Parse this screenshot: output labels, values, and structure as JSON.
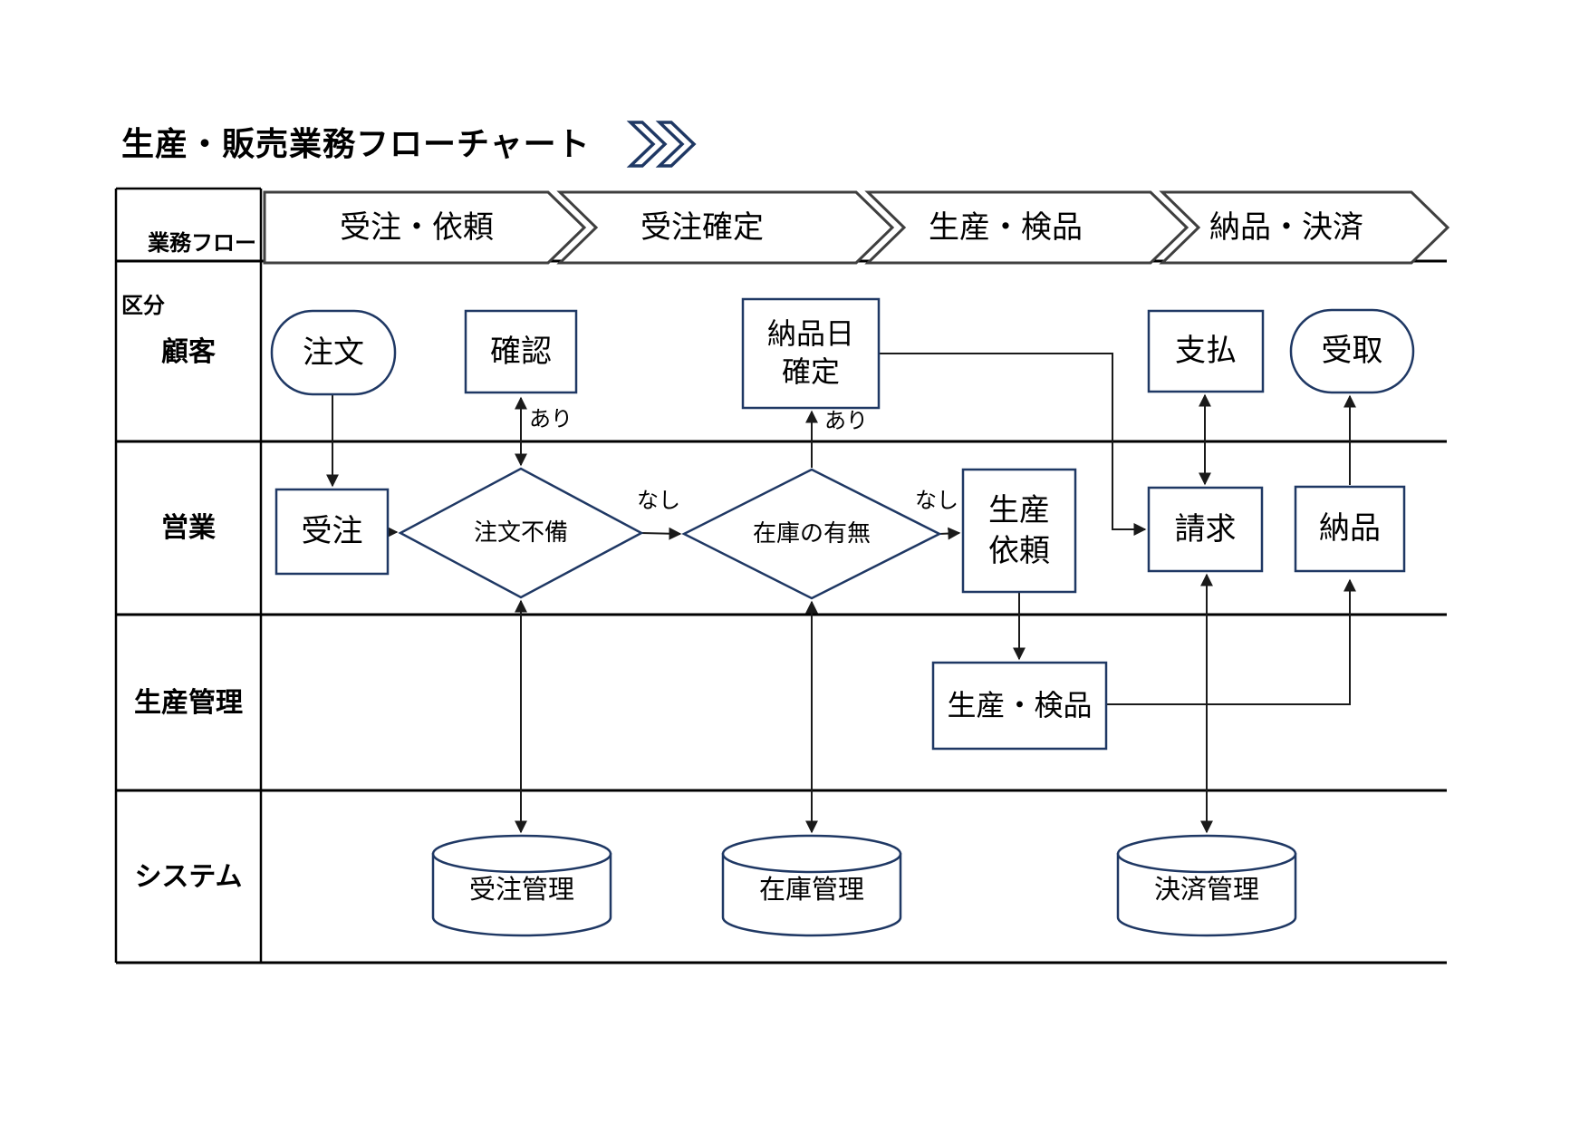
{
  "title": "生産・販売業務フローチャート",
  "icons": {
    "title_chevron": "double-chevron-right-icon"
  },
  "header": {
    "corner": {
      "line1": "業務フロー",
      "line2": "区分"
    },
    "phases": [
      {
        "label": "受注・依頼"
      },
      {
        "label": "受注確定"
      },
      {
        "label": "生産・検品"
      },
      {
        "label": "納品・決済"
      }
    ]
  },
  "lanes": [
    {
      "label": "顧客"
    },
    {
      "label": "営業"
    },
    {
      "label": "生産管理"
    },
    {
      "label": "システム"
    }
  ],
  "nodes": {
    "order": "注文",
    "confirm": "確認",
    "delivery_date": "納品日\n確定",
    "pay": "支払",
    "receive": "受取",
    "order_entry": "受注",
    "order_check": "注文不備",
    "stock_check": "在庫の有無",
    "production_request": "生産\n依頼",
    "invoice": "請求",
    "delivery": "納品",
    "production_inspection": "生産・検品",
    "order_db": "受注管理",
    "stock_db": "在庫管理",
    "settlement_db": "決済管理"
  },
  "edge_labels": {
    "order_check_has": "あり",
    "order_check_none": "なし",
    "stock_has": "あり",
    "stock_none": "なし"
  },
  "colors": {
    "shape_stroke": "#1f3864",
    "connector": "#1a1a1a",
    "grid": "#000000",
    "chevron_outline": "#3f3f3f",
    "background": "#ffffff"
  }
}
